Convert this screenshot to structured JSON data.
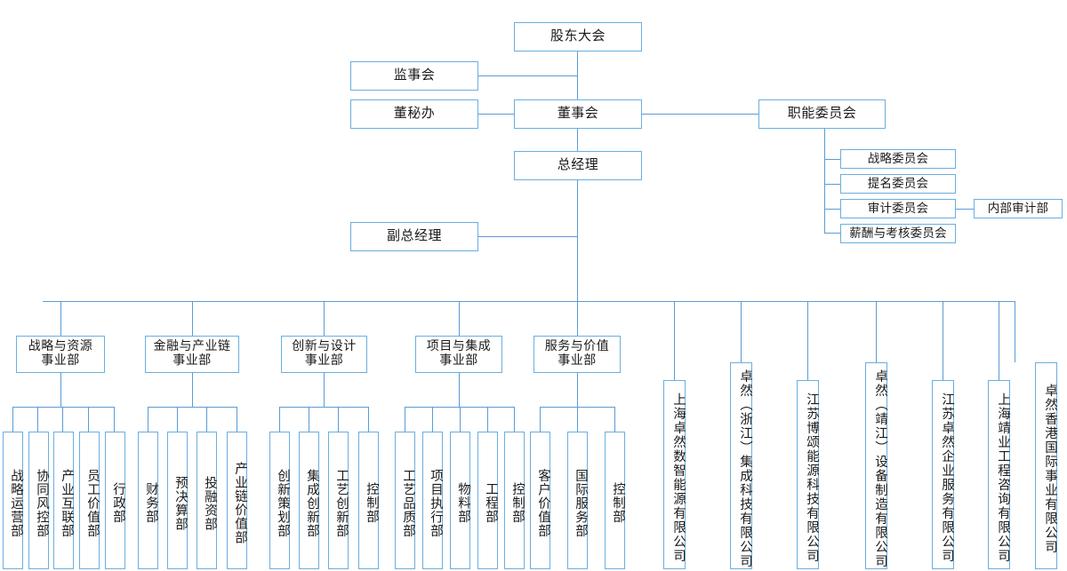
{
  "meta": {
    "title": "股东大会组织架构图",
    "box_border_color": "#6aaee0",
    "line_color": "#5b9bd5",
    "background_color": "#ffffff",
    "text_color": "#1a1a1a"
  },
  "governance": {
    "shareholders_meeting": "股东大会",
    "supervisory_board": "监事会",
    "board_secretary_office": "董秘办",
    "board_of_directors": "董事会",
    "functional_committees": "职能委员会",
    "general_manager": "总经理",
    "deputy_general_manager": "副总经理"
  },
  "committees": [
    {
      "label": "战略委员会"
    },
    {
      "label": "提名委员会"
    },
    {
      "label": "审计委员会"
    },
    {
      "label": "薪酬与考核委员会"
    }
  ],
  "internal_audit": "内部审计部",
  "divisions": [
    {
      "name": "战略与资源\n事业部",
      "departments": [
        "战略运营部",
        "协同风控部",
        "产业互联部",
        "员工价值部",
        "行政部"
      ]
    },
    {
      "name": "金融与产业链\n事业部",
      "departments": [
        "财务部",
        "预决算部",
        "投融资部",
        "产业链价值部"
      ]
    },
    {
      "name": "创新与设计\n事业部",
      "departments": [
        "创新策划部",
        "集成创新部",
        "工艺创新部",
        "控制部"
      ]
    },
    {
      "name": "项目与集成\n事业部",
      "departments": [
        "工艺品质部",
        "项目执行部",
        "物料部",
        "工程部",
        "控制部"
      ]
    },
    {
      "name": "服务与价值\n事业部",
      "departments": [
        "客户价值部",
        "国际服务部",
        "控制部"
      ]
    }
  ],
  "subsidiaries": [
    "上海卓然数智能源有限公司",
    "卓然（浙江）集成科技有限公司",
    "江苏博颂能源科技有限公司",
    "卓然（靖江）设备制造有限公司",
    "江苏卓然企业服务有限公司",
    "上海靖业工程咨询有限公司",
    "卓然香港国际事业有限公司"
  ]
}
